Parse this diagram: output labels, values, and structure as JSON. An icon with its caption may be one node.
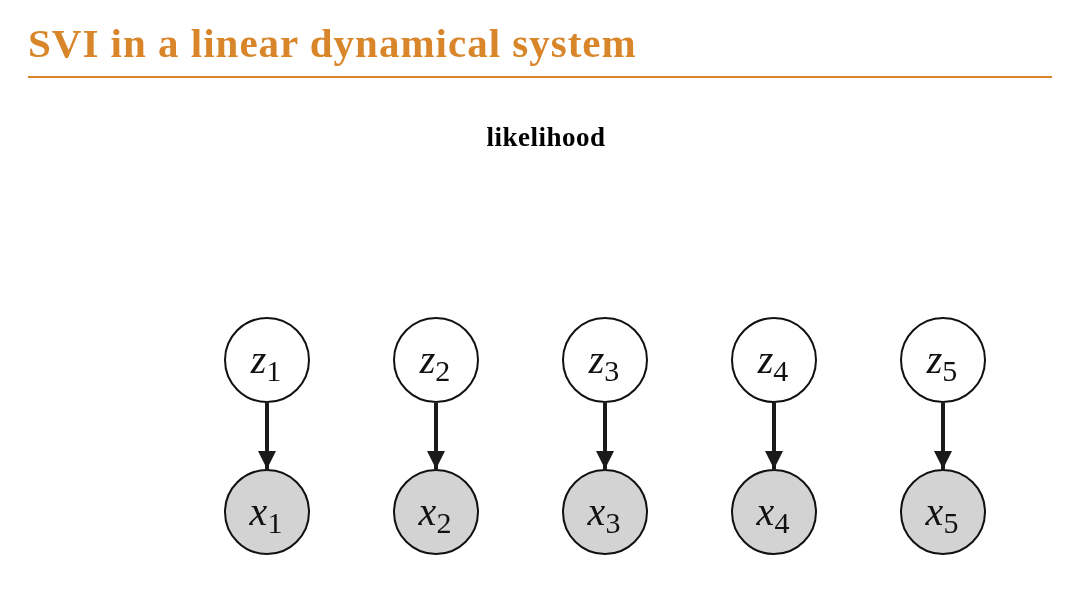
{
  "diagram": {
    "title": "SVI in a linear dynamical system",
    "nodes": [
      {
        "text": [
          "*z*$_{1}$"
        ]
      },
      {
        "text": [
          "*z*$_{2}$"
        ]
      },
      {
        "text": [
          "*z*$_{3}$"
        ]
      },
      {
        "text": [
          "*z*$_{4}$"
        ]
      },
      {
        "text": [
          "*z*$_{5}$"
        ]
      },
      {
        "text": [
          "*x*$_{1}$"
        ]
      },
      {
        "text": [
          "*x*$_{2}$"
        ]
      },
      {
        "text": [
          "*x*$_{3}$"
        ]
      },
      {
        "text": [
          "*x*$_{4}$"
        ]
      },
      {
        "text": [
          "*x*$_{5}$"
        ]
      }
    ],
    "edges": [
      {
        "from": 0,
        "to": 5,
        "arrow": "to"
      },
      {
        "from": 1,
        "to": 6,
        "arrow": "to"
      },
      {
        "from": 2,
        "to": 7,
        "arrow": "to"
      },
      {
        "from": 3,
        "to": 8,
        "arrow": "to"
      },
      {
        "from": 4,
        "to": 9,
        "arrow": "to"
      }
    ],
    "labels": [
      "likelihood"
    ]
  }
}
